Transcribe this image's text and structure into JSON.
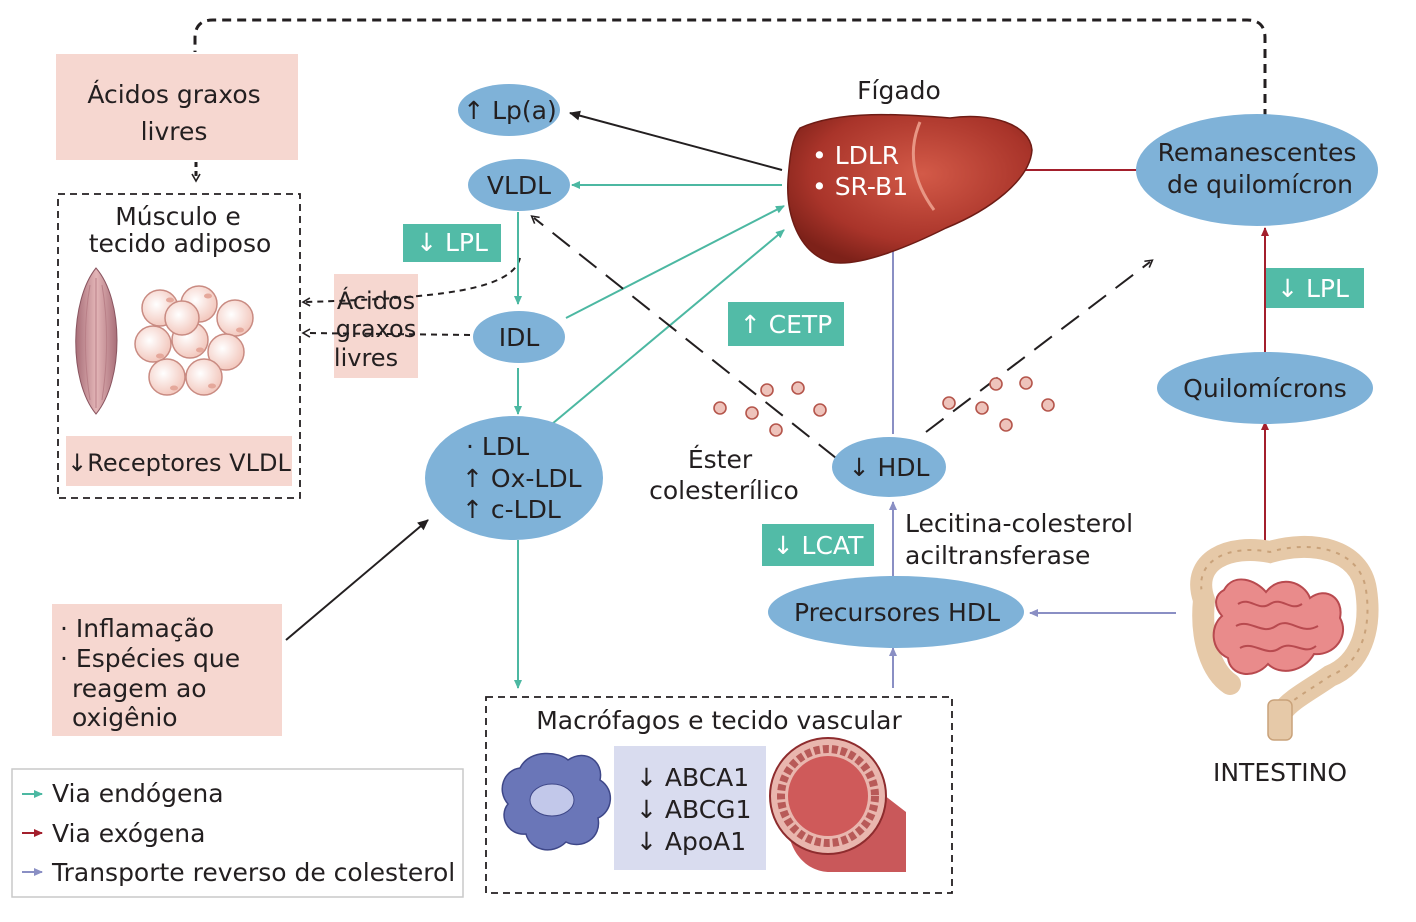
{
  "liver": {
    "label": "Fígado",
    "items": [
      "• LDLR",
      "• SR-B1"
    ]
  },
  "lipoproteins": {
    "lpa": "↑ Lp(a)",
    "vldl": "VLDL",
    "idl": "IDL",
    "ldl": [
      "· LDL",
      "↑ Ox-LDL",
      "↑ c-LDL"
    ],
    "hdl": "↓ HDL",
    "hdl_precursors": "Precursores HDL",
    "chylo_remnants": [
      "Remanescentes",
      "de quilomícron"
    ],
    "chylomicrons": "Quilomícrons"
  },
  "enzymes": {
    "lpl_left": "↓ LPL",
    "lpl_right": "↓ LPL",
    "cetp": "↑ CETP",
    "lcat": "↓ LCAT",
    "lcat_full": [
      "Lecitina-colesterol",
      "aciltransferase"
    ]
  },
  "boxes": {
    "free_fatty_acids_top": [
      "Ácidos graxos",
      "livres"
    ],
    "free_fatty_acids_mid": [
      "Ácidos",
      "graxos",
      "livres"
    ],
    "muscle_title": [
      "Músculo e",
      "tecido adiposo"
    ],
    "vldl_receptors": "↓Receptores VLDL",
    "inflammation": [
      "· Inflamação",
      "· Espécies que",
      "reagem ao",
      "oxigênio"
    ],
    "macrophages_title": "Macrófagos e tecido vascular",
    "macrophage_genes": [
      "↓ ABCA1",
      "↓ ABCG1",
      "↓ ApoA1"
    ]
  },
  "labels": {
    "cholesteryl_ester": [
      "Éster",
      "colesterílico"
    ],
    "intestine": "INTESTINO"
  },
  "legend": [
    {
      "label": "Via endógena",
      "color": "#4cb8a2"
    },
    {
      "label": "Via exógena",
      "color": "#a31f2c"
    },
    {
      "label": "Transporte reverso de colesterol",
      "color": "#8a8fc4"
    }
  ],
  "colors": {
    "ellipse": "#7fb2d8",
    "teal_box": "#52bba7",
    "pink_box": "#f6d7d0",
    "lavender_box": "#d9dcef",
    "endogenous": "#4cb8a2",
    "exogenous": "#a31f2c",
    "reverse": "#8a8fc4"
  }
}
